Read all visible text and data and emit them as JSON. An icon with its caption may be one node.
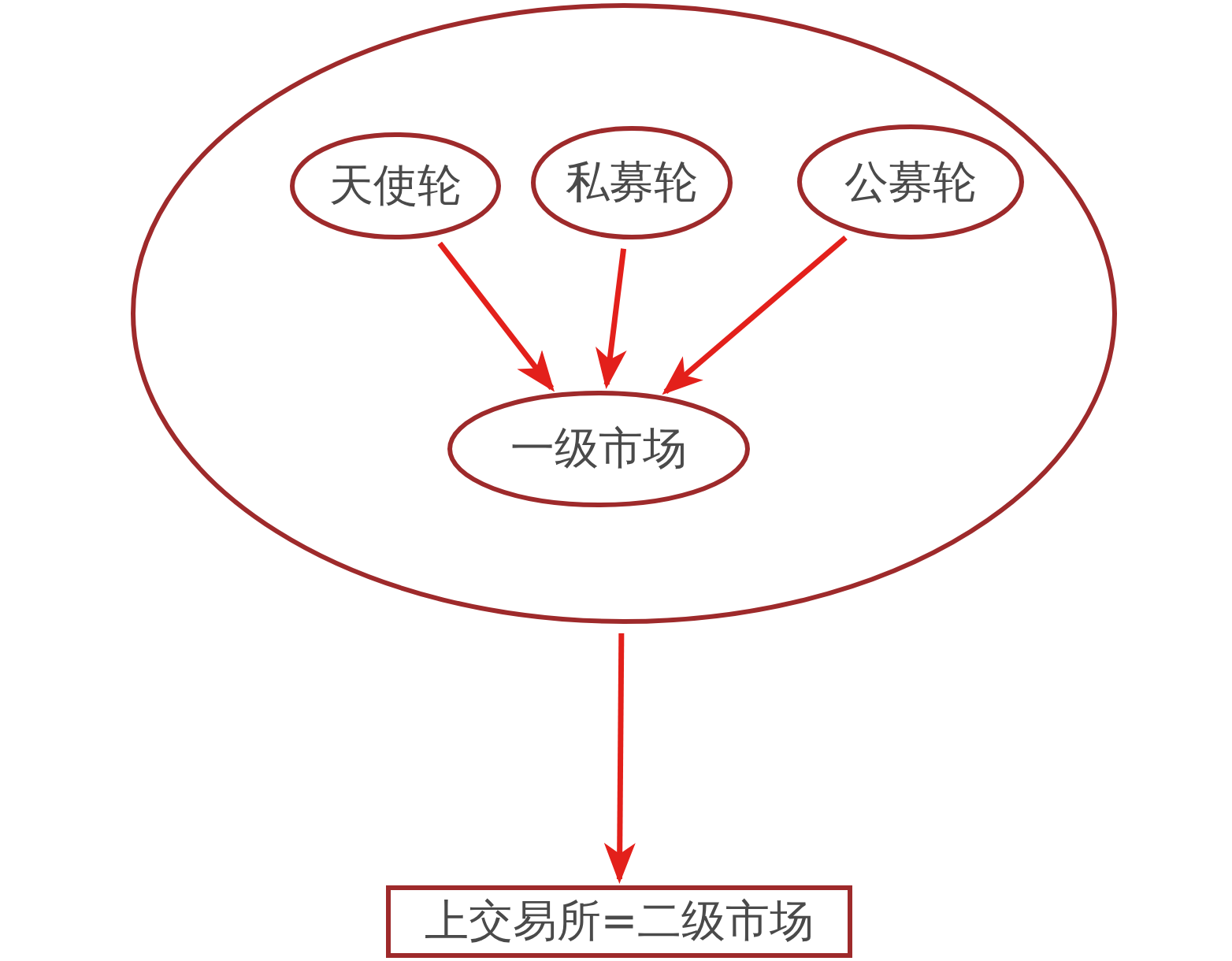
{
  "diagram": {
    "nodes": [
      {
        "text": [],
        "shape": "ellipse"
      },
      {
        "text": [
          "天使轮"
        ],
        "in": 0
      },
      {
        "text": [
          "私募轮"
        ],
        "in": 0
      },
      {
        "text": [
          "公募轮"
        ],
        "in": 0
      },
      {
        "text": [
          "一级市场"
        ],
        "in": 0
      },
      {
        "text": [
          "上交易所=二级市场"
        ]
      }
    ],
    "edges": [
      {
        "from": 1,
        "to": 4,
        "arrow": "to"
      },
      {
        "from": 2,
        "to": 4,
        "arrow": "to"
      },
      {
        "from": 3,
        "to": 4,
        "arrow": "to"
      },
      {
        "from": 0,
        "to": 5,
        "arrow": "to"
      }
    ]
  }
}
